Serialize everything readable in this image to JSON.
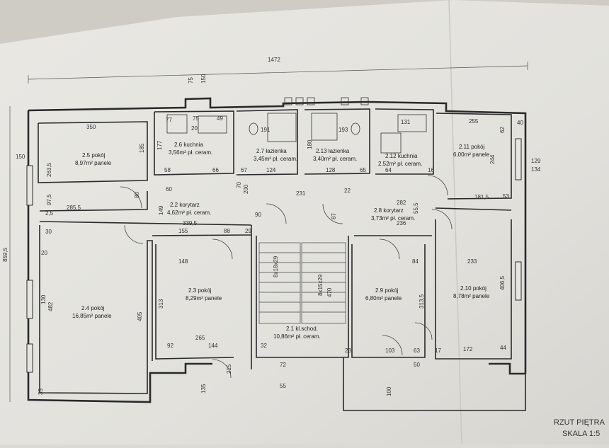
{
  "title_lines": [
    "RZUT PIĘTRA",
    "SKALA 1:5"
  ],
  "overall_width": "1472",
  "overall_height": "859,5",
  "rooms": [
    {
      "id": "2.5",
      "name": "pokój",
      "area": "8,97m²",
      "finish": "panele"
    },
    {
      "id": "2.6",
      "name": "kuchnia",
      "area": "3,56m²",
      "finish": "pł. ceram."
    },
    {
      "id": "2.7",
      "name": "łazienka",
      "area": "3,45m²",
      "finish": "pł. ceram."
    },
    {
      "id": "2.13",
      "name": "łazienka",
      "area": "3,40m²",
      "finish": "pł. ceram."
    },
    {
      "id": "2.12",
      "name": "kuchnia",
      "area": "2,52m²",
      "finish": "pł. ceram."
    },
    {
      "id": "2.11",
      "name": "pokój",
      "area": "6,00m²",
      "finish": "panele"
    },
    {
      "id": "2.2",
      "name": "korytarz",
      "area": "4,62m²",
      "finish": "pł. ceram."
    },
    {
      "id": "2.8",
      "name": "korytarz",
      "area": "3,73m²",
      "finish": "pł. ceram."
    },
    {
      "id": "2.4",
      "name": "pokój",
      "area": "16,85m²",
      "finish": "panele"
    },
    {
      "id": "2.3",
      "name": "pokój",
      "area": "8,29m²",
      "finish": "panele"
    },
    {
      "id": "2.1",
      "name": "kl.schod.",
      "area": "10,86m²",
      "finish": "pł. ceram."
    },
    {
      "id": "2.9",
      "name": "pokój",
      "area": "6,80m²",
      "finish": "panele"
    },
    {
      "id": "2.10",
      "name": "pokój",
      "area": "8,78m²",
      "finish": "panele"
    }
  ],
  "stairs": [
    "8x18x29",
    "8x15x29"
  ],
  "dimensions": [
    "75",
    "150",
    "350",
    "185",
    "177",
    "77",
    "75",
    "49",
    "20",
    "191",
    "193",
    "131",
    "255",
    "62",
    "40",
    "58",
    "66",
    "67",
    "124",
    "180",
    "128",
    "65",
    "64",
    "16",
    "129",
    "134",
    "244",
    "150",
    "263,5",
    "97,5",
    "285,5",
    "60",
    "231",
    "70",
    "200",
    "22",
    "282",
    "181,5",
    "53",
    "2,5",
    "30",
    "149",
    "80",
    "339,5",
    "90",
    "87",
    "55,5",
    "236",
    "155",
    "88",
    "29",
    "148",
    "84",
    "233",
    "20",
    "130",
    "482",
    "405",
    "313",
    "313,5",
    "406,5",
    "265",
    "92",
    "144",
    "32",
    "23",
    "103",
    "63",
    "17",
    "172",
    "44",
    "50",
    "72",
    "470",
    "35",
    "215",
    "135",
    "100",
    "55"
  ]
}
